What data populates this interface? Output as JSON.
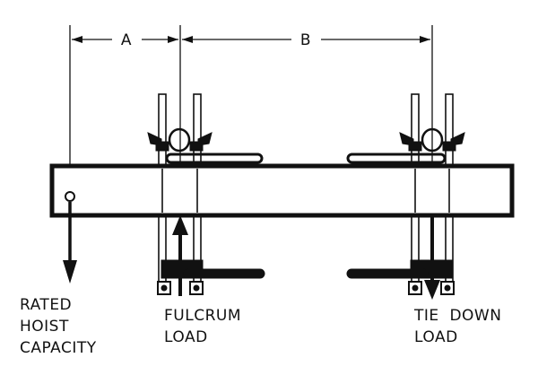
{
  "dimensions": {
    "a_label": "A",
    "b_label": "B"
  },
  "labels": {
    "rated_hoist": [
      "RATED",
      "HOIST",
      "CAPACITY"
    ],
    "fulcrum": [
      "FULCRUM",
      "LOAD"
    ],
    "tie_down": [
      "TIE  DOWN",
      "LOAD"
    ]
  },
  "colors": {
    "line": "#111111",
    "background": "#ffffff"
  }
}
